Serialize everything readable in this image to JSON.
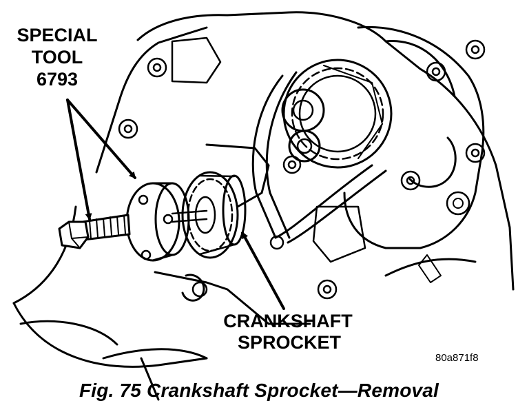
{
  "labels": {
    "special_tool_line1": "SPECIAL",
    "special_tool_line2": "TOOL",
    "special_tool_line3": "6793",
    "crankshaft_line1": "CRANKSHAFT",
    "crankshaft_line2": "SPROCKET",
    "part_code": "80a871f8"
  },
  "caption": "Fig. 75 Crankshaft Sprocket—Removal"
}
